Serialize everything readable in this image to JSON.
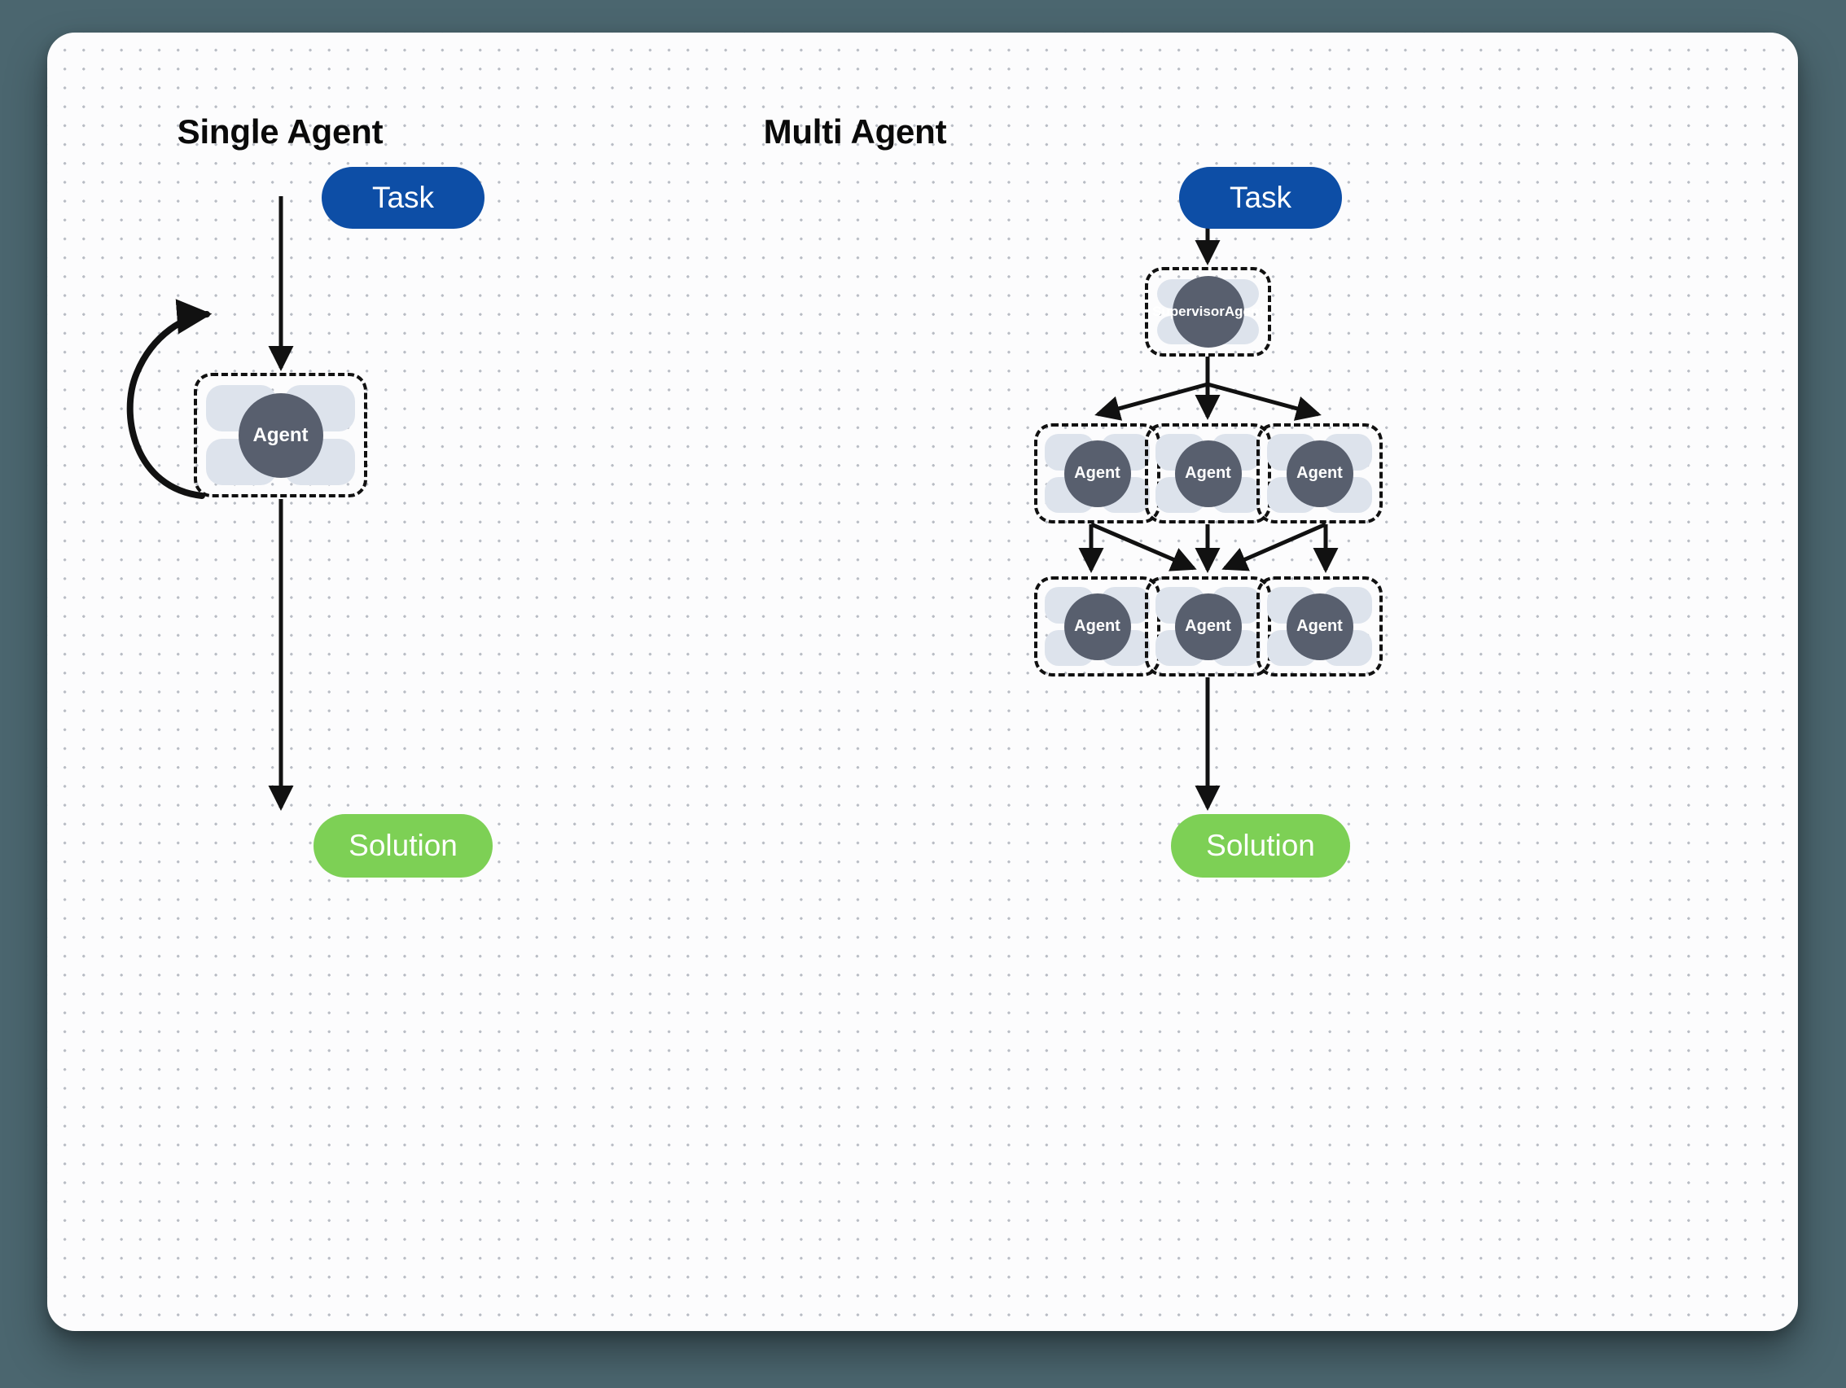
{
  "diagram": {
    "title_left": "Single Agent",
    "title_right": "Multi Agent",
    "colors": {
      "page_background": "#4b666f",
      "canvas_background": "#fcfcfd",
      "grid_dot": "#b8bcc4",
      "task_blue": "#0d4ea6",
      "solution_green": "#7dd055",
      "agent_core_gray": "#585f6e",
      "agent_tile_blue_gray": "#dde3ec",
      "stroke_black": "#111111"
    }
  },
  "single_agent": {
    "task_label": "Task",
    "agent_label": "Agent",
    "solution_label": "Solution",
    "has_self_loop": true
  },
  "multi_agent": {
    "task_label": "Task",
    "supervisor_label_line1": "Supervisor",
    "supervisor_label_line2": "Agent",
    "solution_label": "Solution",
    "row1": [
      {
        "label": "Agent"
      },
      {
        "label": "Agent"
      },
      {
        "label": "Agent"
      }
    ],
    "row2": [
      {
        "label": "Agent"
      },
      {
        "label": "Agent"
      },
      {
        "label": "Agent"
      }
    ]
  }
}
